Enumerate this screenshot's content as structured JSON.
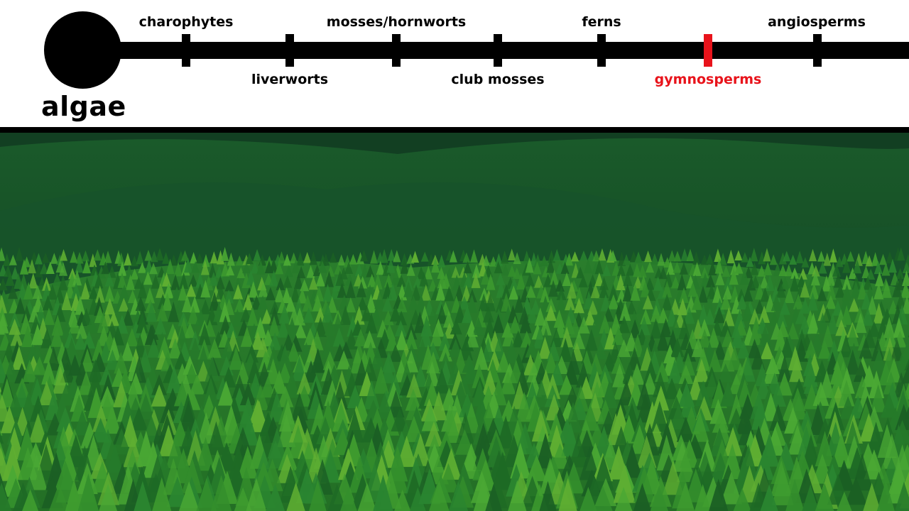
{
  "timeline": {
    "origin_label": "algae",
    "highlight_color": "#e8131b",
    "line_color": "#000000",
    "stages": [
      {
        "label": "charophytes",
        "position": "above",
        "highlight": false
      },
      {
        "label": "liverworts",
        "position": "below",
        "highlight": false
      },
      {
        "label": "mosses/hornworts",
        "position": "above",
        "highlight": false
      },
      {
        "label": "club mosses",
        "position": "below",
        "highlight": false
      },
      {
        "label": "ferns",
        "position": "above",
        "highlight": false
      },
      {
        "label": "gymnosperms",
        "position": "below",
        "highlight": true
      },
      {
        "label": "angiosperms",
        "position": "above",
        "highlight": false
      }
    ]
  },
  "photo": {
    "subject": "conifer-forest",
    "colors": [
      "#0f3a1f",
      "#1d6a2a",
      "#2f8f2a",
      "#5fae32"
    ]
  }
}
